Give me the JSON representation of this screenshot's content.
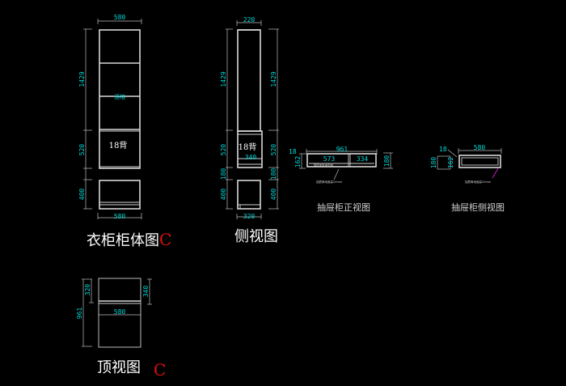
{
  "drawing": {
    "background": "#000000",
    "dimension_color": "#00d8d8",
    "outline_color": "#d8d8d8",
    "tag_color": "#e01010"
  },
  "wardrobe_body": {
    "title": "衣柜柜体图",
    "revision_tag": "C",
    "dims": {
      "width_top": "580",
      "height_upper": "1429",
      "height_mid": "520",
      "height_base": "400",
      "width_bottom": "580"
    },
    "labels": {
      "shelf_note": "活格",
      "back_panel": "18背"
    }
  },
  "side_view": {
    "title": "侧视图",
    "dims": {
      "width_top": "220",
      "height_upper_left": "1429",
      "height_upper_right": "1429",
      "height_mid_left": "520",
      "height_mid_right": "520",
      "inner_depth": "340",
      "gap_left": "180",
      "gap_right": "180",
      "height_base_left": "400",
      "height_base_right": "400",
      "width_bottom": "320"
    },
    "labels": {
      "back_panel": "18背"
    }
  },
  "drawer_front": {
    "title": "抽屉柜正视图",
    "dims": {
      "thickness": "18",
      "total_width": "961",
      "height_inner": "162",
      "left_section": "573",
      "right_section": "334",
      "height_total": "180"
    },
    "notes": {
      "inner_note": "抽屉面板离地面",
      "leader_note": "抽屉离地面高20mm"
    }
  },
  "drawer_side": {
    "title": "抽屉柜侧视图",
    "dims": {
      "thickness": "18",
      "width": "580",
      "height_total": "180",
      "height_inner": "162"
    },
    "notes": {
      "leader_note": "抽屉离地面高20mm"
    }
  },
  "top_view": {
    "title": "顶视图",
    "revision_tag": "C",
    "dims": {
      "depth_total": "961",
      "depth_left": "320",
      "depth_right": "340",
      "width": "580"
    }
  }
}
